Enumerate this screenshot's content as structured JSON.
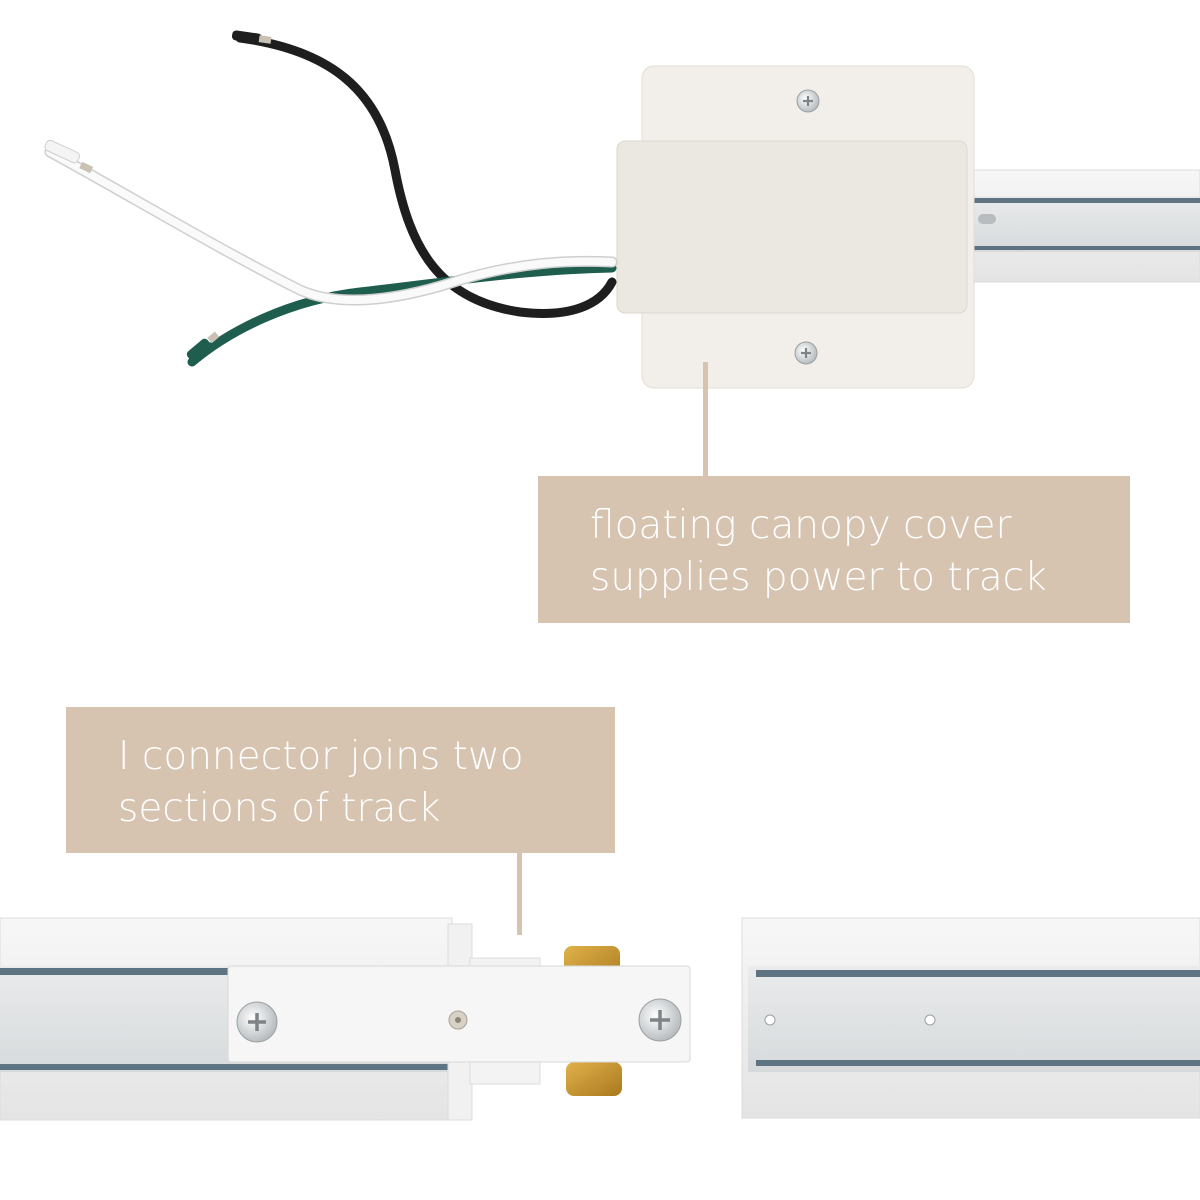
{
  "callouts": {
    "canopy": {
      "line1": "floating canopy cover",
      "line2": "supplies power to track"
    },
    "connector": {
      "line1": "I connector joins two",
      "line2": "sections of track"
    }
  },
  "colors": {
    "label_background": "#d6c3b0",
    "label_text": "#ffffff",
    "wire_black": "#1e1e1e",
    "wire_white": "#fafafa",
    "wire_green": "#1f5e4e",
    "track_channel": "#5f7482",
    "connector_tab_brass": "#c9962f"
  },
  "icons": [
    "phillips-screw-icon",
    "set-screw-icon"
  ]
}
